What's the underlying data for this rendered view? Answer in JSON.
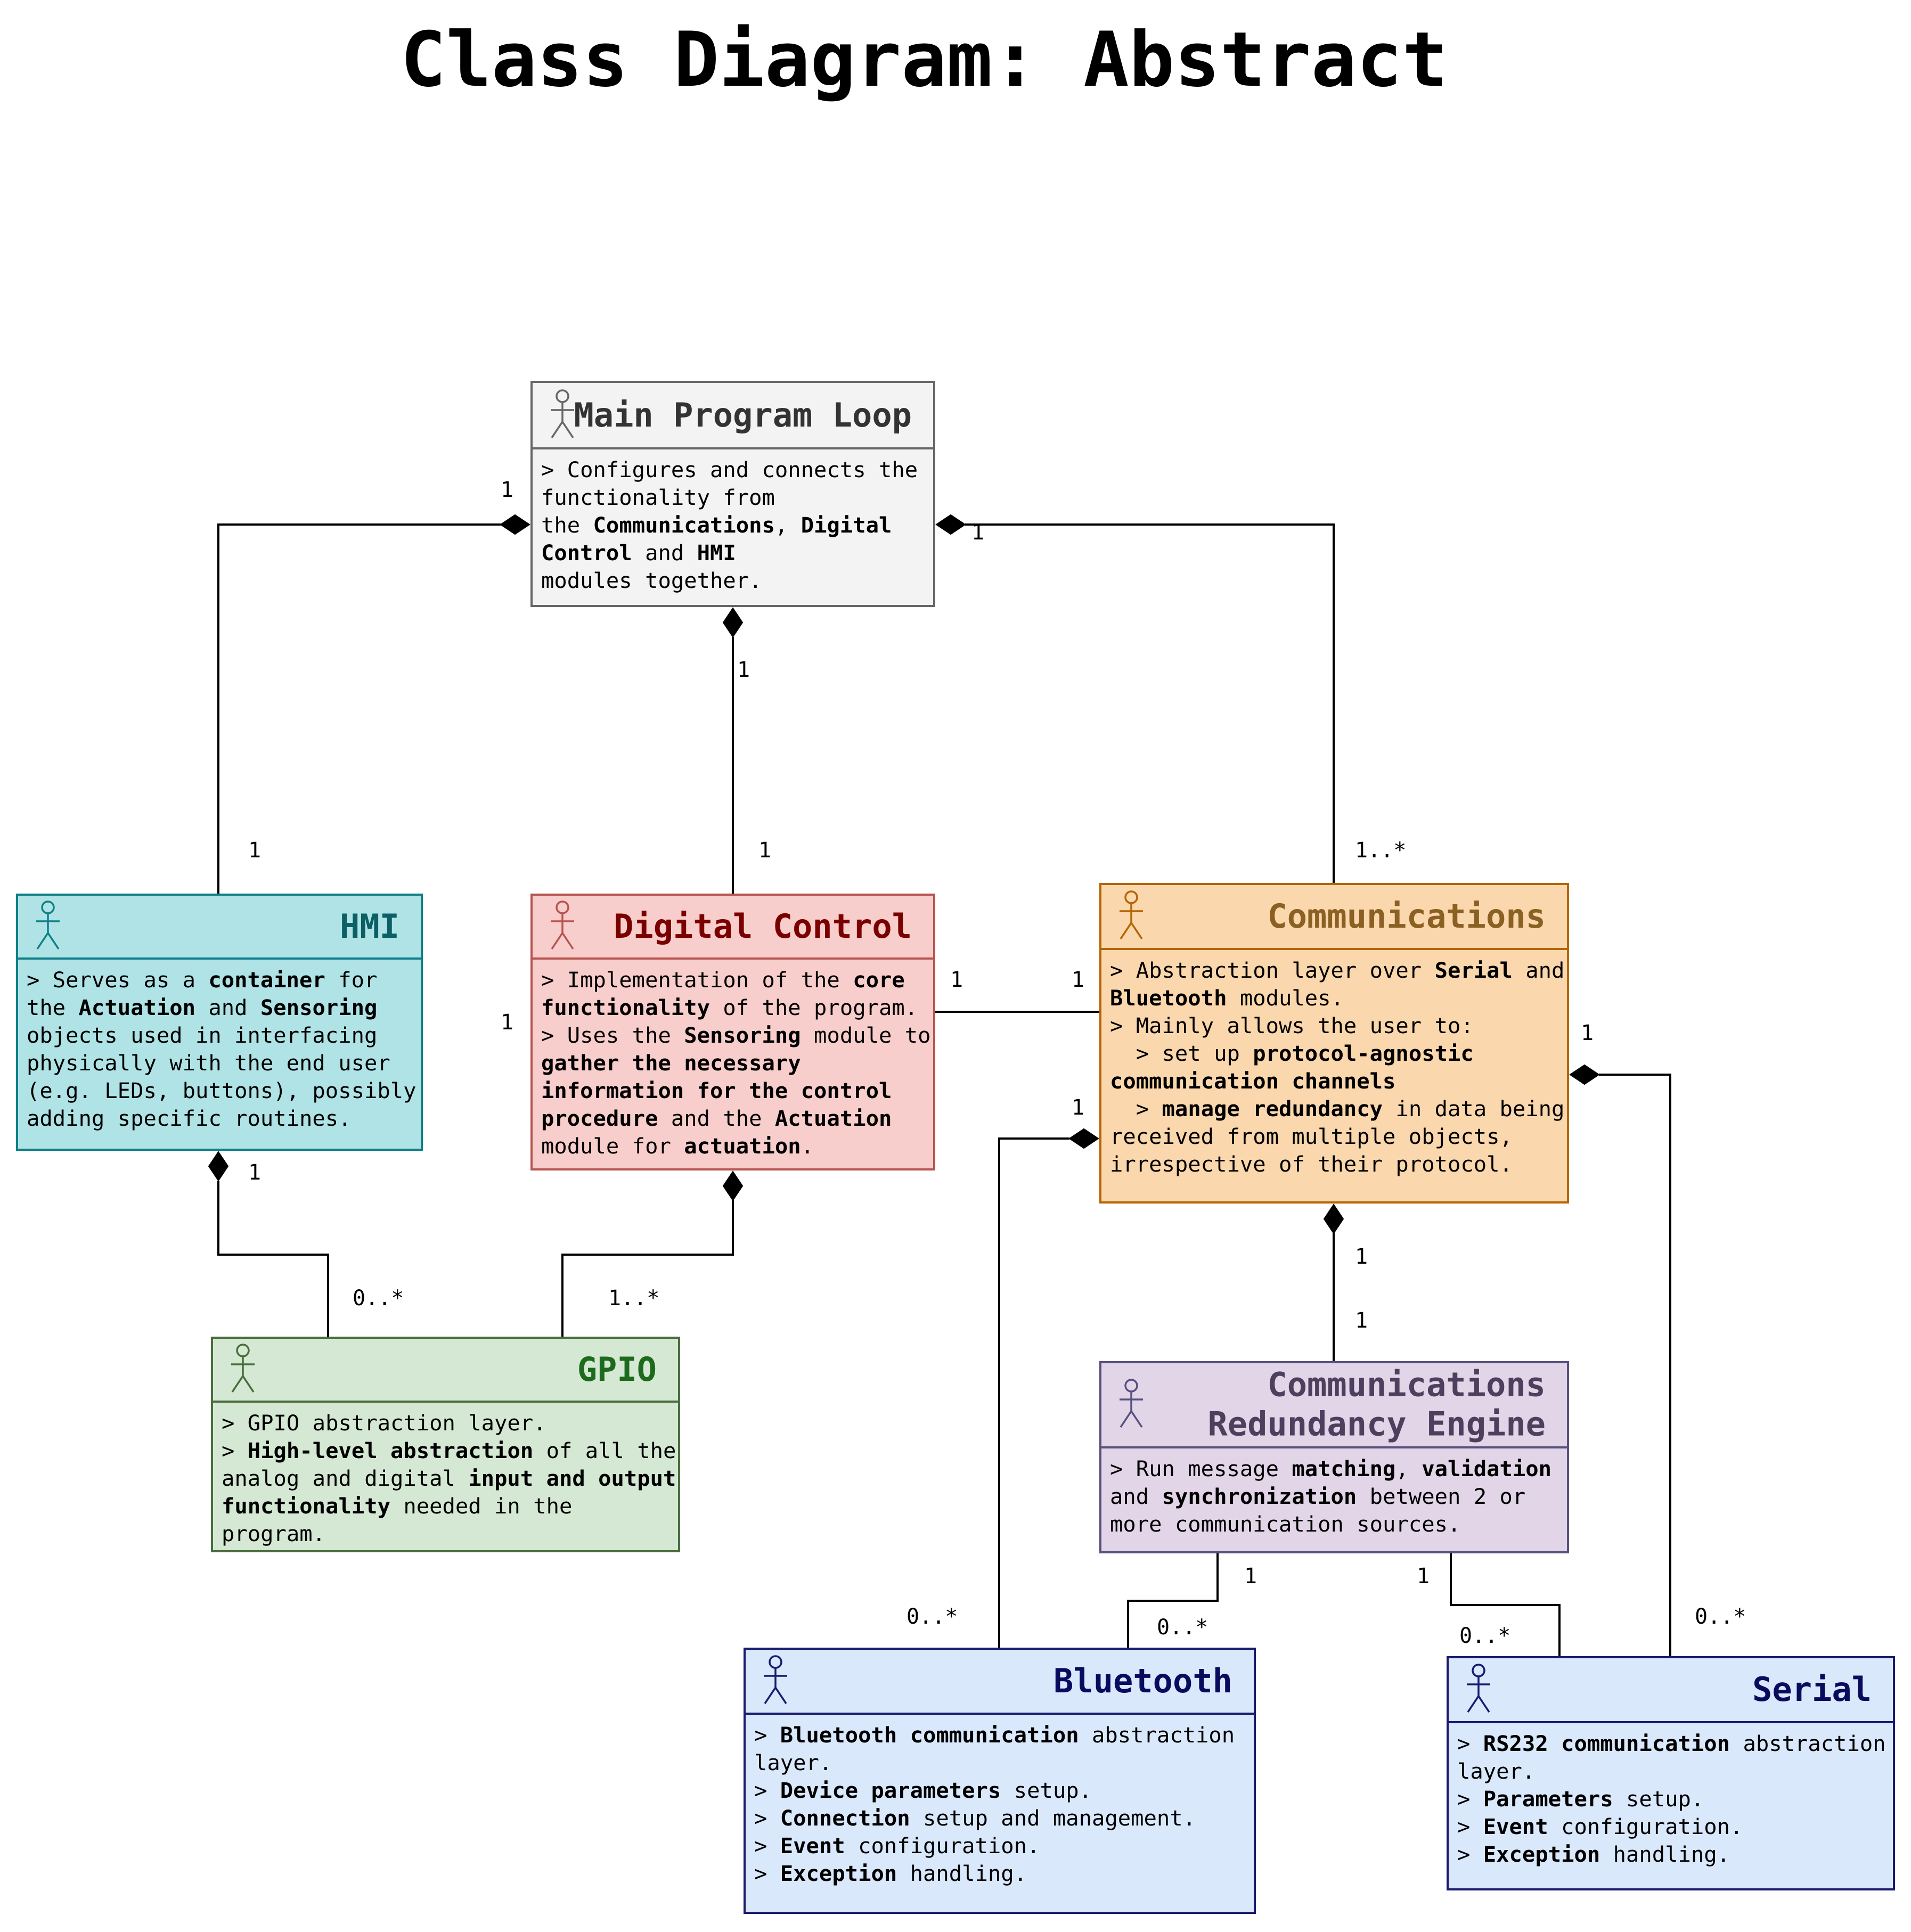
{
  "title": "Class Diagram: Abstract",
  "colors": {
    "main": {
      "fill": "#f3f3f3",
      "stroke": "#666666",
      "text": "#333333"
    },
    "hmi": {
      "fill": "#b0e3e6",
      "stroke": "#0e8088",
      "text": "#0d5f66"
    },
    "digital": {
      "fill": "#f8cecc",
      "stroke": "#b85450",
      "text": "#7a0000"
    },
    "comms": {
      "fill": "#fad7ac",
      "stroke": "#b46504",
      "text": "#8a6023"
    },
    "gpio": {
      "fill": "#d5e8d4",
      "stroke": "#4a6d3c",
      "text": "#1d6a1d"
    },
    "redundancy": {
      "fill": "#e1d5e7",
      "stroke": "#56517e",
      "text": "#4e3f5e"
    },
    "bluetooth": {
      "fill": "#dae8fc",
      "stroke": "#1a1a6e",
      "text": "#0b0b5e"
    },
    "serial": {
      "fill": "#dae8fc",
      "stroke": "#1a1a6e",
      "text": "#0b0b5e"
    }
  },
  "classes": {
    "main": {
      "icon": "actor-icon",
      "name": [
        "Main Program Loop"
      ],
      "lines": [
        [
          {
            "t": "> Configures and connects the"
          }
        ],
        [
          {
            "t": "functionality from"
          }
        ],
        [
          {
            "t": "the "
          },
          {
            "t": "Communications",
            "b": true
          },
          {
            "t": ", "
          },
          {
            "t": "Digital",
            "b": true
          }
        ],
        [
          {
            "t": "Control",
            "b": true
          },
          {
            "t": " and "
          },
          {
            "t": "HMI",
            "b": true
          }
        ],
        [
          {
            "t": "modules together."
          }
        ]
      ]
    },
    "hmi": {
      "icon": "actor-icon",
      "name": [
        "HMI"
      ],
      "lines": [
        [
          {
            "t": "> Serves as a "
          },
          {
            "t": "container",
            "b": true
          },
          {
            "t": " for"
          }
        ],
        [
          {
            "t": "the "
          },
          {
            "t": "Actuation",
            "b": true
          },
          {
            "t": " and "
          },
          {
            "t": "Sensoring",
            "b": true
          }
        ],
        [
          {
            "t": "objects used in interfacing"
          }
        ],
        [
          {
            "t": "physically with the end user"
          }
        ],
        [
          {
            "t": "(e.g. LEDs, buttons), possibly"
          }
        ],
        [
          {
            "t": "adding specific routines."
          }
        ]
      ]
    },
    "digital": {
      "icon": "actor-icon",
      "name": [
        "Digital Control"
      ],
      "lines": [
        [
          {
            "t": "> Implementation of the "
          },
          {
            "t": "core",
            "b": true
          }
        ],
        [
          {
            "t": "functionality",
            "b": true
          },
          {
            "t": " of the program."
          }
        ],
        [
          {
            "t": "> Uses the "
          },
          {
            "t": "Sensoring",
            "b": true
          },
          {
            "t": " module to"
          }
        ],
        [
          {
            "t": "gather the necessary",
            "b": true
          }
        ],
        [
          {
            "t": "information for the control",
            "b": true
          }
        ],
        [
          {
            "t": "procedure",
            "b": true
          },
          {
            "t": " and the "
          },
          {
            "t": "Actuation",
            "b": true
          }
        ],
        [
          {
            "t": "module for "
          },
          {
            "t": "actuation",
            "b": true
          },
          {
            "t": "."
          }
        ]
      ]
    },
    "comms": {
      "icon": "actor-icon",
      "name": [
        "Communications"
      ],
      "lines": [
        [
          {
            "t": "> Abstraction layer over "
          },
          {
            "t": "Serial",
            "b": true
          },
          {
            "t": " and"
          }
        ],
        [
          {
            "t": "Bluetooth",
            "b": true
          },
          {
            "t": " modules."
          }
        ],
        [
          {
            "t": "> Mainly allows the user to:"
          }
        ],
        [
          {
            "t": "  > set up "
          },
          {
            "t": "protocol-agnostic",
            "b": true
          }
        ],
        [
          {
            "t": "communication channels",
            "b": true
          }
        ],
        [
          {
            "t": "  > "
          },
          {
            "t": "manage redundancy",
            "b": true
          },
          {
            "t": " in data being"
          }
        ],
        [
          {
            "t": "received from multiple objects,"
          }
        ],
        [
          {
            "t": "irrespective of their protocol."
          }
        ]
      ]
    },
    "gpio": {
      "icon": "actor-icon",
      "name": [
        "GPIO"
      ],
      "lines": [
        [
          {
            "t": "> GPIO abstraction layer."
          }
        ],
        [
          {
            "t": "> "
          },
          {
            "t": "High-level abstraction",
            "b": true
          },
          {
            "t": " of all the"
          }
        ],
        [
          {
            "t": "analog and digital "
          },
          {
            "t": "input and output",
            "b": true
          }
        ],
        [
          {
            "t": "functionality",
            "b": true
          },
          {
            "t": " needed in the"
          }
        ],
        [
          {
            "t": "program."
          }
        ]
      ]
    },
    "redundancy": {
      "icon": "actor-icon",
      "name": [
        "Communications",
        "Redundancy Engine"
      ],
      "lines": [
        [
          {
            "t": "> Run message "
          },
          {
            "t": "matching",
            "b": true
          },
          {
            "t": ", "
          },
          {
            "t": "validation",
            "b": true
          }
        ],
        [
          {
            "t": "and "
          },
          {
            "t": "synchronization",
            "b": true
          },
          {
            "t": " between 2 or"
          }
        ],
        [
          {
            "t": "more communication sources."
          }
        ]
      ]
    },
    "bluetooth": {
      "icon": "actor-icon",
      "name": [
        "Bluetooth"
      ],
      "lines": [
        [
          {
            "t": "> "
          },
          {
            "t": "Bluetooth communication",
            "b": true
          },
          {
            "t": " abstraction"
          }
        ],
        [
          {
            "t": "layer."
          }
        ],
        [
          {
            "t": "> "
          },
          {
            "t": "Device parameters",
            "b": true
          },
          {
            "t": " setup."
          }
        ],
        [
          {
            "t": "> "
          },
          {
            "t": "Connection",
            "b": true
          },
          {
            "t": " setup and management."
          }
        ],
        [
          {
            "t": "> "
          },
          {
            "t": "Event",
            "b": true
          },
          {
            "t": " configuration."
          }
        ],
        [
          {
            "t": "> "
          },
          {
            "t": "Exception",
            "b": true
          },
          {
            "t": " handling."
          }
        ]
      ]
    },
    "serial": {
      "icon": "actor-icon",
      "name": [
        "Serial"
      ],
      "lines": [
        [
          {
            "t": "> "
          },
          {
            "t": "RS232 communication",
            "b": true
          },
          {
            "t": " abstraction"
          }
        ],
        [
          {
            "t": "layer."
          }
        ],
        [
          {
            "t": "> "
          },
          {
            "t": "Parameters",
            "b": true
          },
          {
            "t": " setup."
          }
        ],
        [
          {
            "t": "> "
          },
          {
            "t": "Event",
            "b": true
          },
          {
            "t": " configuration."
          }
        ],
        [
          {
            "t": "> "
          },
          {
            "t": "Exception",
            "b": true
          },
          {
            "t": " handling."
          }
        ]
      ]
    }
  },
  "connections": [
    {
      "from": "hmi",
      "to": "main",
      "kind": "composition",
      "from_mult": "1",
      "to_mult": "1"
    },
    {
      "from": "digital",
      "to": "main",
      "kind": "composition",
      "from_mult": "1",
      "to_mult": "1"
    },
    {
      "from": "comms",
      "to": "main",
      "kind": "composition",
      "from_mult": "1..*",
      "to_mult": "1"
    },
    {
      "from": "gpio",
      "to": "hmi",
      "kind": "composition",
      "from_mult": "0..*",
      "to_mult": "1"
    },
    {
      "from": "gpio",
      "to": "digital",
      "kind": "composition",
      "from_mult": "1..*",
      "to_mult": ""
    },
    {
      "from": "digital",
      "to": "comms",
      "kind": "association",
      "from_mult": "1",
      "to_mult": "1"
    },
    {
      "from": "redundancy",
      "to": "comms",
      "kind": "composition",
      "from_mult": "1",
      "to_mult": "1"
    },
    {
      "from": "bluetooth",
      "to": "comms",
      "kind": "composition",
      "from_mult": "0..*",
      "to_mult": "1"
    },
    {
      "from": "serial",
      "to": "comms",
      "kind": "composition",
      "from_mult": "0..*",
      "to_mult": "1"
    },
    {
      "from": "bluetooth",
      "to": "redundancy",
      "kind": "association",
      "from_mult": "0..*",
      "to_mult": "1"
    },
    {
      "from": "serial",
      "to": "redundancy",
      "kind": "association",
      "from_mult": "0..*",
      "to_mult": "1"
    }
  ],
  "extra_labels": [
    "1"
  ]
}
